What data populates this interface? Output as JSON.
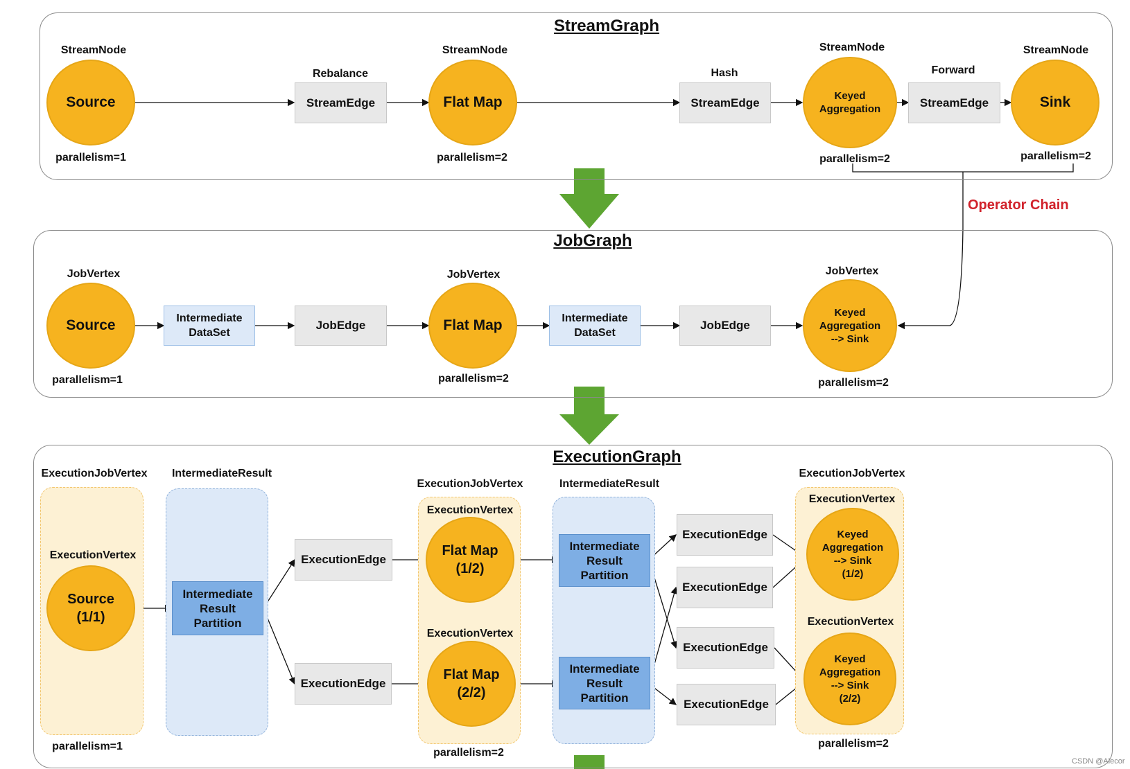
{
  "stream": {
    "title": "StreamGraph",
    "source_hdr": "StreamNode",
    "source": "Source",
    "source_par": "parallelism=1",
    "e1_hdr": "Rebalance",
    "e1": "StreamEdge",
    "flat_hdr": "StreamNode",
    "flat": "Flat Map",
    "flat_par": "parallelism=2",
    "e2_hdr": "Hash",
    "e2": "StreamEdge",
    "keyed_hdr": "StreamNode",
    "keyed": "Keyed\nAggregation",
    "keyed_par": "parallelism=2",
    "e3_hdr": "Forward",
    "e3": "StreamEdge",
    "sink_hdr": "StreamNode",
    "sink": "Sink",
    "sink_par": "parallelism=2"
  },
  "operator_chain": "Operator Chain",
  "job": {
    "title": "JobGraph",
    "source_hdr": "JobVertex",
    "source": "Source",
    "source_par": "parallelism=1",
    "ds1": "Intermediate\nDataSet",
    "je1": "JobEdge",
    "flat_hdr": "JobVertex",
    "flat": "Flat Map",
    "flat_par": "parallelism=2",
    "ds2": "Intermediate\nDataSet",
    "je2": "JobEdge",
    "keyed_hdr": "JobVertex",
    "keyed": "Keyed\nAggregation\n--> Sink",
    "keyed_par": "parallelism=2"
  },
  "exec": {
    "title": "ExecutionGraph",
    "col1_hdr": "ExecutionJobVertex",
    "col1_ev": "ExecutionVertex",
    "source": "Source\n(1/1)",
    "col1_par": "parallelism=1",
    "col2_hdr": "IntermediateResult",
    "irp1": "Intermediate\nResult\nPartition",
    "ee_a": "ExecutionEdge",
    "ee_b": "ExecutionEdge",
    "col3_hdr": "ExecutionJobVertex",
    "col3_ev1": "ExecutionVertex",
    "col3_ev2": "ExecutionVertex",
    "flat1": "Flat Map\n(1/2)",
    "flat2": "Flat Map\n(2/2)",
    "col3_par": "parallelism=2",
    "col4_hdr": "IntermediateResult",
    "irp2": "Intermediate\nResult\nPartition",
    "irp3": "Intermediate\nResult\nPartition",
    "ee_c": "ExecutionEdge",
    "ee_d": "ExecutionEdge",
    "ee_e": "ExecutionEdge",
    "ee_f": "ExecutionEdge",
    "col5_hdr": "ExecutionJobVertex",
    "col5_ev1": "ExecutionVertex",
    "col5_ev2": "ExecutionVertex",
    "keyed1": "Keyed\nAggregation\n--> Sink\n(1/2)",
    "keyed2": "Keyed\nAggregation\n--> Sink\n(2/2)",
    "col5_par": "parallelism=2"
  },
  "watermark": "CSDN @Alecor",
  "colors": {
    "node": "#f6b31f",
    "arrow_green": "#5da532",
    "accent_red": "#d1222b",
    "zone_yellow": "#fdf1d4",
    "zone_blue": "#dde9f8"
  }
}
